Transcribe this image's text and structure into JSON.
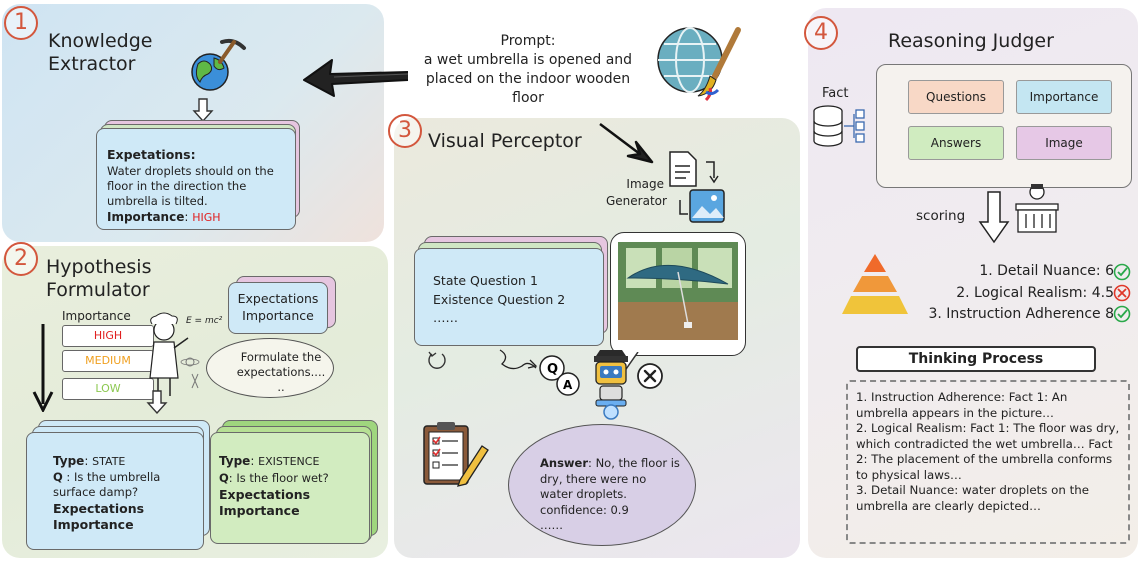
{
  "panel1": {
    "number": "1",
    "title": "Knowledge\nExtractor",
    "card_label": "Expetations",
    "card_text": "Water droplets should on the floor in the direction the umbrella is tilted.",
    "importance_label": "Importance",
    "importance_value": "HIGH"
  },
  "prompt": {
    "label": "Prompt:",
    "text": "a wet umbrella is opened and placed on the indoor wooden floor"
  },
  "panel2": {
    "number": "2",
    "title": "Hypothesis\nFormulator",
    "importance_heading": "Importance",
    "levels": [
      "HIGH",
      "MEDIUM",
      "LOW"
    ],
    "formula": "E = mc²",
    "bubble_box": "Expectations\nImportance",
    "thought": "Formulate the expectations....\n..",
    "card_a": {
      "type_label": "Type",
      "type_value": "STATE",
      "q_label": "Q",
      "q_text": "Is the umbrella surface damp?",
      "exp": "Expectations",
      "imp": "Importance"
    },
    "card_b": {
      "type_label": "Type",
      "type_value": "EXISTENCE",
      "q_label": "Q",
      "q_text": "Is the floor wet?",
      "exp": "Expectations",
      "imp": "Importance"
    }
  },
  "panel3": {
    "number": "3",
    "title": "Visual Perceptor",
    "generator": "Image\nGenerator",
    "questions": [
      "State Question 1",
      "Existence Question 2",
      "……"
    ],
    "answer_label": "Answer",
    "answer_text": "No, the floor is dry, there were no water droplets.",
    "confidence": "confidence: 0.9",
    "ellipsis": "……"
  },
  "panel4": {
    "number": "4",
    "title": "Reasoning Judger",
    "fact": "Fact",
    "boxes": [
      "Questions",
      "Importance",
      "Answers",
      "Image"
    ],
    "scoring": "scoring",
    "scores": [
      {
        "text": "1. Detail Nuance: 6",
        "mark": "check"
      },
      {
        "text": "2. Logical Realism: 4.5",
        "mark": "cross"
      },
      {
        "text": "3. Instruction Adherence 8",
        "mark": "check"
      }
    ],
    "thinking_title": "Thinking Process",
    "thinking": [
      "1.   Instruction Adherence: Fact 1: An umbrella appears in the picture…",
      "2.   Logical Realism: Fact 1: The floor was dry, which contradicted the wet umbrella… Fact 2: The placement of the umbrella conforms to physical laws…",
      "3.   Detail Nuance: water droplets on the umbrella are clearly depicted…"
    ]
  },
  "colors": {
    "accent": "#d3573d",
    "high": "#e02020",
    "medium": "#f0a020",
    "low": "#8cc850",
    "check": "#2aa84a",
    "cross": "#e0382a"
  }
}
